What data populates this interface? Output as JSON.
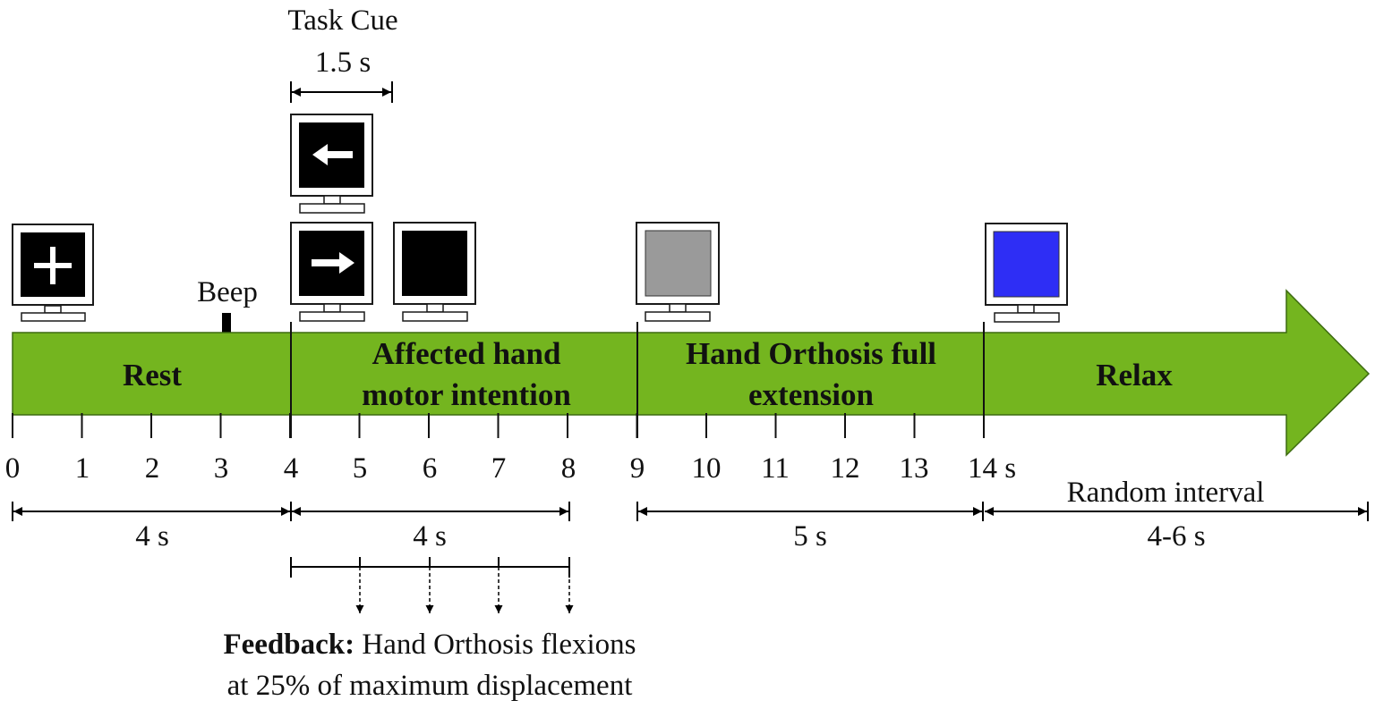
{
  "colors": {
    "arrow_fill": "#74b51f",
    "outline": "#1a1a1a",
    "screen_black": "#000000",
    "screen_grey": "#9a9a9a",
    "screen_blue": "#2e2ef5"
  },
  "task_cue": {
    "label": "Task Cue",
    "duration": "1.5 s"
  },
  "beep": {
    "label": "Beep"
  },
  "phases": {
    "rest": "Rest",
    "affected_line1": "Affected hand",
    "affected_line2": "motor intention",
    "orthosis_line1": "Hand Orthosis full",
    "orthosis_line2": "extension",
    "relax": "Relax"
  },
  "ticks": [
    "0",
    "1",
    "2",
    "3",
    "4",
    "5",
    "6",
    "7",
    "8",
    "9",
    "10",
    "11",
    "12",
    "13",
    "14 s"
  ],
  "durations": {
    "rest": "4 s",
    "motor": "4 s",
    "extension": "5 s",
    "random_label": "Random interval",
    "random_value": "4-6 s"
  },
  "feedback": {
    "bold": "Feedback:",
    "line1_rest": " Hand Orthosis flexions",
    "line2": "at 25% of maximum displacement"
  },
  "monitors": [
    {
      "name": "fixation-cross",
      "icon": "plus-icon"
    },
    {
      "name": "left-arrow-cue",
      "icon": "arrow-left-icon"
    },
    {
      "name": "right-arrow-cue",
      "icon": "arrow-right-icon"
    },
    {
      "name": "black-screen",
      "icon": "blank-screen-icon"
    },
    {
      "name": "grey-screen",
      "icon": "blank-screen-icon"
    },
    {
      "name": "blue-screen",
      "icon": "blank-screen-icon"
    }
  ]
}
